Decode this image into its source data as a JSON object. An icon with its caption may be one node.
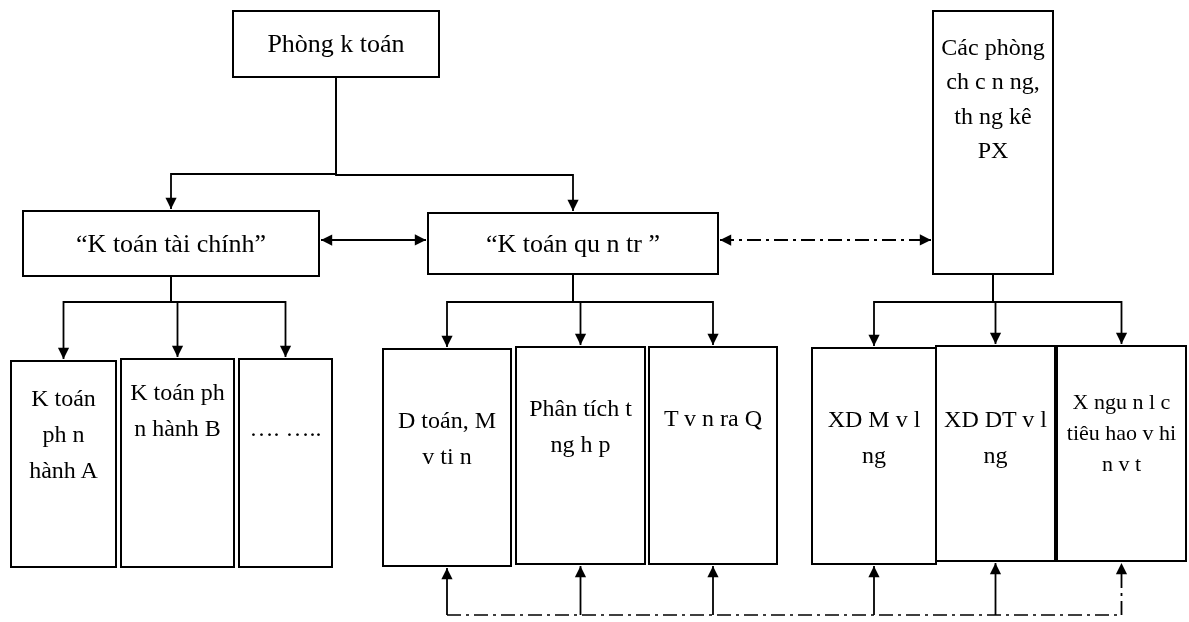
{
  "diagram": {
    "nodes": [
      {
        "text": [
          "Phòng k toán"
        ]
      },
      {
        "text": [
          "“K toán tài chính”"
        ]
      },
      {
        "text": [
          "“K toán qu n tr ”"
        ]
      },
      {
        "text": [
          "Các phòng ch c n ng, th ng kê PX"
        ]
      },
      {
        "text": [
          "K toán ph n hành A"
        ]
      },
      {
        "text": [
          "K toán ph n hành B"
        ]
      },
      {
        "text": [
          "…. ….."
        ]
      },
      {
        "text": [
          "D toán, M v ti n"
        ]
      },
      {
        "text": [
          "Phân tích t ng h p"
        ]
      },
      {
        "text": [
          "T v n ra Q"
        ]
      },
      {
        "text": [
          "XD M v l ng"
        ]
      },
      {
        "text": [
          "XD DT v l ng"
        ]
      },
      {
        "text": [
          "X ngu n l c tiêu hao v hi n v t"
        ]
      }
    ],
    "edges": [
      {
        "from": 0,
        "to": 1,
        "arrow": "to"
      },
      {
        "from": 0,
        "to": 2,
        "arrow": "to"
      },
      {
        "from": 1,
        "to": 2,
        "arrow": "both"
      },
      {
        "from": 2,
        "to": 3,
        "arrow": "both",
        "style": "dashed"
      },
      {
        "from": 1,
        "to": 4,
        "arrow": "to"
      },
      {
        "from": 1,
        "to": 5,
        "arrow": "to"
      },
      {
        "from": 1,
        "to": 6,
        "arrow": "to"
      },
      {
        "from": 2,
        "to": 7,
        "arrow": "to"
      },
      {
        "from": 2,
        "to": 8,
        "arrow": "to"
      },
      {
        "from": 2,
        "to": 9,
        "arrow": "to"
      },
      {
        "from": 3,
        "to": 10,
        "arrow": "to"
      },
      {
        "from": 3,
        "to": 11,
        "arrow": "to"
      },
      {
        "from": 3,
        "to": 12,
        "arrow": "to"
      },
      {
        "from": null,
        "to": 7,
        "arrow": "to"
      },
      {
        "from": null,
        "to": 8,
        "arrow": "to"
      },
      {
        "from": null,
        "to": 9,
        "arrow": "to"
      },
      {
        "from": null,
        "to": 10,
        "arrow": "to"
      },
      {
        "from": null,
        "to": 11,
        "arrow": "to"
      },
      {
        "from": null,
        "to": 12,
        "arrow": "to",
        "style": "dashed"
      }
    ]
  }
}
